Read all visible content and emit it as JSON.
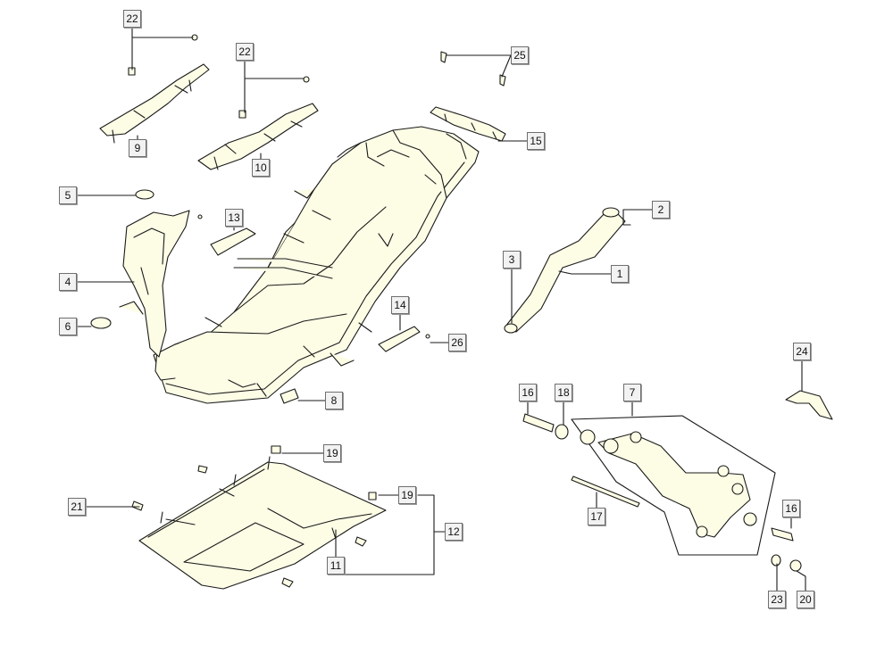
{
  "callouts": {
    "p22a": "22",
    "p22b": "22",
    "p25": "25",
    "p9": "9",
    "p10": "10",
    "p15": "15",
    "p5": "5",
    "p13": "13",
    "p2": "2",
    "p3": "3",
    "p1": "1",
    "p4": "4",
    "p6": "6",
    "p14": "14",
    "p26": "26",
    "p24": "24",
    "p8": "8",
    "p16a": "16",
    "p18": "18",
    "p7": "7",
    "p19a": "19",
    "p19b": "19",
    "p21": "21",
    "p12": "12",
    "p11": "11",
    "p17": "17",
    "p16b": "16",
    "p23": "23",
    "p20": "20"
  },
  "colors": {
    "line": "#1a1a1a",
    "fill": "#fdfde6",
    "label_bg": "#f2f2f2",
    "label_border": "#6f6f6f"
  }
}
